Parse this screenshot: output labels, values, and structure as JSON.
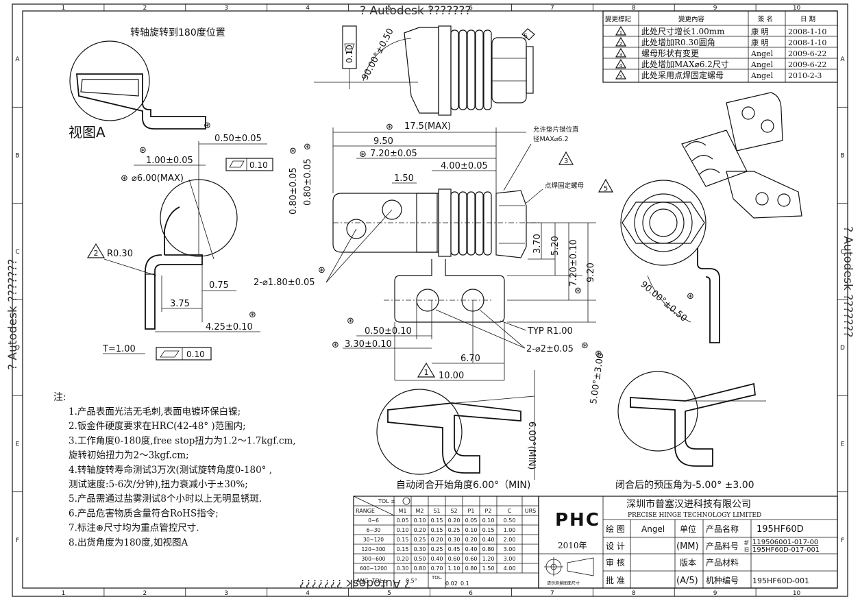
{
  "watermark": {
    "top": "? Autodesk ???????",
    "bottom": "? Autodesk ???????",
    "left": "? Autodesk ???????",
    "right": "? Autodesk ???????"
  },
  "grid": {
    "columns": [
      "1",
      "2",
      "3",
      "4",
      "5",
      "6",
      "7",
      "8",
      "9",
      "10"
    ],
    "rows": [
      "A",
      "B",
      "C",
      "D",
      "E",
      "F"
    ]
  },
  "revisions": {
    "headers": [
      "變更標記",
      "變更內容",
      "簽 名",
      "日 期"
    ],
    "rows": [
      {
        "mark": "1",
        "content": "此处尺寸增长1.00mm",
        "signer": "康 明",
        "date": "2008-1-10"
      },
      {
        "mark": "2",
        "content": "此处增加R0.30圆角",
        "signer": "康 明",
        "date": "2008-1-10"
      },
      {
        "mark": "3",
        "content": "螺母形状有变更",
        "signer": "Angel",
        "date": "2009-6-22"
      },
      {
        "mark": "4",
        "content": "此处增加MAX⌀6.2尺寸",
        "signer": "Angel",
        "date": "2009-6-22"
      },
      {
        "mark": "5",
        "content": "此处采用点焊固定螺母",
        "signer": "Angel",
        "date": "2010-2-3"
      }
    ]
  },
  "views": {
    "view_a_caption": "转轴旋转到180度位置",
    "view_a_label": "视图A",
    "open_angle_caption": "自动闭合开始角度6.00°（MIN)",
    "preload_caption": "闭合后的预压角为-5.00° ±3.00"
  },
  "dimensions": {
    "flatness_top": "0.10",
    "angle_top": "90.00°±0.50",
    "max_len": "17.5(MAX)",
    "d950": "9.50",
    "d720": "7.20±0.05",
    "d400": "4.00±0.05",
    "d150": "1.50",
    "d080a": "0.80±0.05",
    "d080b": "0.80±0.05",
    "holes_top": "2-⌀1.80±0.05",
    "washer_note1": "允许垫片错位直",
    "washer_note2": "径MAX⌀6.2",
    "weld_note": "点焊固定螺母",
    "d370": "3.70",
    "d520": "5.20",
    "d720b": "7.20±0.10",
    "d920": "9.20",
    "typr": "TYP R1.00",
    "holes_bot": "2-⌀2±0.05",
    "d050": "0.50±0.10",
    "d330": "3.30±0.10",
    "d670": "6.70",
    "d1000": "10.00",
    "left_050": "0.50±0.05",
    "left_100": "1.00±0.05",
    "left_flat": "0.10",
    "left_dia": "⌀6.00(MAX)",
    "left_r": "R0.30",
    "left_075": "0.75",
    "left_375": "3.75",
    "left_425": "4.25±0.10",
    "left_t": "T=1.00",
    "left_flat2": "0.10",
    "right_angle": "90.00°±0.50",
    "open_min": "6.00°(MIN)",
    "preload": "5.00°±3.00"
  },
  "notes": {
    "heading": "注:",
    "lines": [
      "1.产品表面光洁无毛刺,表面电镀环保白镍;",
      "2.钣金件硬度要求在HRC(42-48° )范围内;",
      "3.工作角度0-180度,free  stop扭力为1.2～1.7kgf.cm,",
      "   旋转初始扭力为2～3kgf.cm;",
      "4.转轴旋转寿命测试3万次(测试旋转角度0-180° ,",
      "   测试速度:5-6次/分钟),扭力衰减小于±30%;",
      "5.产品需通过盐雾测试8个小时以上无明显锈斑.",
      "6.产品危害物质含量符合RoHS指令;",
      "7.标注⊛尺寸均为重点管控尺寸.",
      "8.出货角度为180度,如视图A"
    ]
  },
  "tolerance": {
    "tol_label": "TOL ±",
    "range_label": "RANGE",
    "columns": [
      "M1",
      "M2",
      "S1",
      "S2",
      "P1",
      "P2",
      "C",
      "URS"
    ],
    "rows": [
      {
        "range": "0~6",
        "v": [
          "0.05",
          "0.10",
          "0.15",
          "0.20",
          "0.05",
          "0.10",
          "0.50",
          ""
        ]
      },
      {
        "range": "6~30",
        "v": [
          "0.10",
          "0.20",
          "0.15",
          "0.25",
          "0.10",
          "0.15",
          "1.00",
          ""
        ]
      },
      {
        "range": "30~120",
        "v": [
          "0.15",
          "0.25",
          "0.20",
          "0.30",
          "0.20",
          "0.40",
          "2.00",
          ""
        ]
      },
      {
        "range": "120~300",
        "v": [
          "0.15",
          "0.30",
          "0.25",
          "0.45",
          "0.40",
          "0.80",
          "3.00",
          ""
        ]
      },
      {
        "range": "300~600",
        "v": [
          "0.20",
          "0.50",
          "0.40",
          "0.60",
          "0.60",
          "1.20",
          "3.00",
          ""
        ]
      },
      {
        "range": "600~1200",
        "v": [
          "0.30",
          "0.80",
          "0.70",
          "1.10",
          "0.80",
          "1.50",
          "4.00",
          ""
        ]
      }
    ],
    "ang_label": "ANG.  TOL±",
    "ang_value": "0.5°",
    "tol_small": "TOL.",
    "geo_vals": [
      "0.02",
      "0.1"
    ]
  },
  "titleblock": {
    "logo": "PHC",
    "year": "2010年",
    "projection_note": "请勿测量图面尺寸",
    "company_cn": "深圳市普塞汉进科技有限公司",
    "company_en": "PRECISE HINGE TECHNOLOGY LIMITED",
    "draw_label": "绘 图",
    "drawer": "Angel",
    "design_label": "设 计",
    "review_label": "审 核",
    "approve_label": "批 准",
    "unit_label": "单位",
    "unit_value": "(MM)",
    "version_label": "版本",
    "version_value": "(A/5)",
    "product_name_label": "产品名称",
    "product_name": "195HF60D",
    "part_no_label": "产品料号",
    "part_new_tag": "新",
    "part_old_tag": "旧",
    "part_no_new": "119506001-017-00",
    "part_no_old": "195HF60D-017-001",
    "material_label": "产品材料",
    "model_label": "机种编号",
    "model_value": "195HF60D-001"
  }
}
